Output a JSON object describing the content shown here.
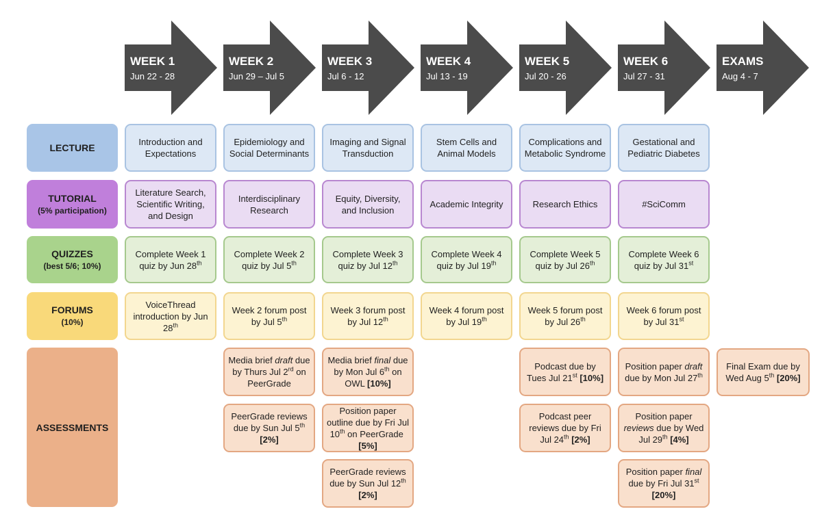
{
  "weeks": [
    {
      "title": "WEEK 1",
      "dates": "Jun 22 - 28"
    },
    {
      "title": "WEEK 2",
      "dates": "Jun 29 – Jul 5"
    },
    {
      "title": "WEEK 3",
      "dates": "Jul 6 - 12"
    },
    {
      "title": "WEEK 4",
      "dates": "Jul 13 - 19"
    },
    {
      "title": "WEEK 5",
      "dates": "Jul 20 - 26"
    },
    {
      "title": "WEEK 6",
      "dates": "Jul 27 - 31"
    },
    {
      "title": "EXAMS",
      "dates": "Aug 4 - 7"
    }
  ],
  "rows": {
    "lecture": {
      "label": "LECTURE",
      "sub": ""
    },
    "tutorial": {
      "label": "TUTORIAL",
      "sub": "(5% participation)"
    },
    "quizzes": {
      "label": "QUIZZES",
      "sub": "(best 5/6; 10%)"
    },
    "forums": {
      "label": "FORUMS",
      "sub": "(10%)"
    },
    "assessments": {
      "label": "ASSESSMENTS",
      "sub": ""
    }
  },
  "lectures": [
    "Introduction and Expectations",
    "Epidemiology and Social Determinants",
    "Imaging and Signal Transduction",
    "Stem Cells and Animal Models",
    "Complications and Metabolic Syndrome",
    "Gestational and Pediatric Diabetes"
  ],
  "tutorials": [
    "Literature Search, Scientific Writing, and Design",
    "Interdisciplinary Research",
    "Equity, Diversity, and Inclusion",
    "Academic Integrity",
    "Research Ethics",
    "#SciComm"
  ],
  "quizzes": [
    "Complete Week 1 quiz by Jun 28<sup>th</sup>",
    "Complete Week 2 quiz by Jul 5<sup>th</sup>",
    "Complete Week 3 quiz by Jul 12<sup>th</sup>",
    "Complete Week 4 quiz by Jul 19<sup>th</sup>",
    "Complete Week 5 quiz by Jul 26<sup>th</sup>",
    "Complete Week 6 quiz by Jul 31<sup>st</sup>"
  ],
  "forums": [
    "VoiceThread introduction by Jun 28<sup>th</sup>",
    "Week 2 forum post by Jul 5<sup>th</sup>",
    "Week 3 forum post by Jul 12<sup>th</sup>",
    "Week 4 forum post by Jul 19<sup>th</sup>",
    "Week 5 forum post by Jul 26<sup>th</sup>",
    "Week 6 forum post by Jul 31<sup>st</sup>"
  ],
  "assessments": {
    "week2_media_draft": "Media brief <i>draft</i> due by Thurs Jul 2<sup>rd</sup> on PeerGrade",
    "week2_peer_reviews": "PeerGrade reviews due by Sun Jul 5<sup>th</sup> <b>[2%]</b>",
    "week3_media_final": "Media brief <i>final</i> due by Mon Jul 6<sup>th</sup> on OWL <b>[10%]</b>",
    "week3_position_outline": "Position paper outline due by Fri Jul 10<sup>th</sup> on PeerGrade&nbsp; <b>[5%]</b>",
    "week3_peer_reviews": "PeerGrade reviews due by Sun Jul 12<sup>th</sup> <b>[2%]</b>",
    "week5_podcast": "Podcast due by Tues Jul 21<sup>st</sup> <b>[10%]</b>",
    "week5_podcast_reviews": "Podcast peer reviews due by Fri Jul 24<sup>th</sup> <b>[2%]</b>",
    "week6_position_draft": "Position paper <i>draft</i> due by Mon Jul 27<sup>th</sup>",
    "week6_position_reviews": "Position paper <i>reviews</i> due by Wed Jul 29<sup>th</sup> <b>[4%]</b>",
    "week6_position_final": "Position paper <i>final</i> due by Fri Jul 31<sup>st</sup> <b>[20%]</b>",
    "exam_final": "Final Exam due by Wed Aug 5<sup>th</sup> <b>[20%]</b>"
  },
  "colors": {
    "arrow": "#4b4b4b",
    "lecture": "#a9c5e7",
    "tutorial": "#c07fdb",
    "quizzes": "#a9d38c",
    "forums": "#f9d97a",
    "assessments": "#ebb089"
  }
}
